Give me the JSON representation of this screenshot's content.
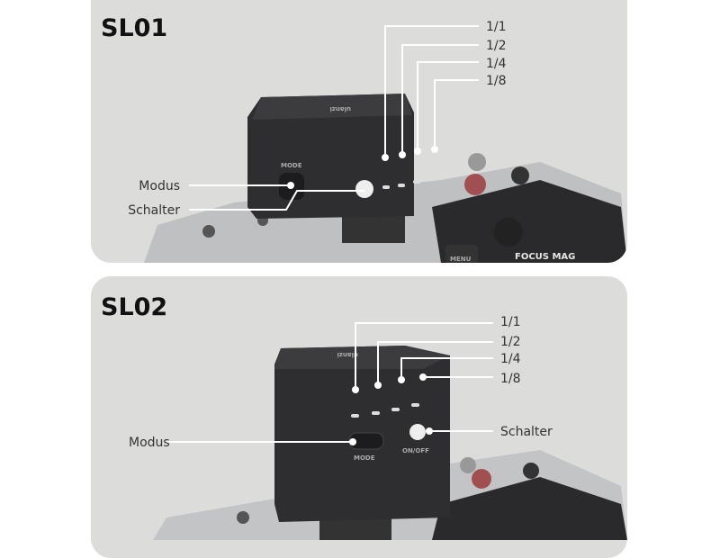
{
  "panels": [
    {
      "title": "SL01",
      "levels": [
        "1/1",
        "1/2",
        "1/4",
        "1/8"
      ],
      "mode_label": "Modus",
      "switch_label": "Schalter",
      "device": {
        "brand": "ulanzi",
        "button_mode": "MODE",
        "camera_menu": "MENU",
        "camera_focus": "FOCUS MAG"
      }
    },
    {
      "title": "SL02",
      "levels": [
        "1/1",
        "1/2",
        "1/4",
        "1/8"
      ],
      "mode_label": "Modus",
      "switch_label": "Schalter",
      "device": {
        "brand": "ulanzi",
        "button_mode": "MODE",
        "button_onoff": "ON/OFF"
      }
    }
  ]
}
